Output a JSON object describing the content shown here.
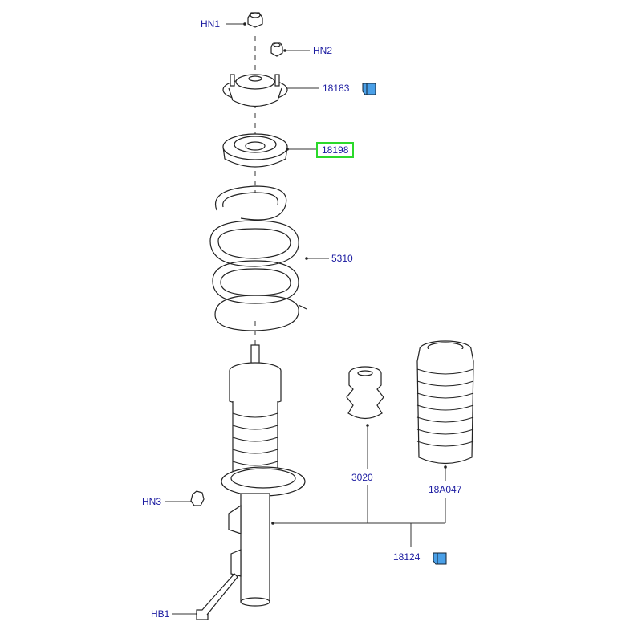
{
  "labels": {
    "hn1": "HN1",
    "hn2": "HN2",
    "p18183": "18183",
    "p18198": "18198",
    "p5310": "5310",
    "p3020": "3020",
    "p18A047": "18A047",
    "p18124": "18124",
    "hn3": "HN3",
    "hb1": "HB1"
  },
  "selected_part": "18198",
  "colors": {
    "label": "#1a1aa0",
    "selection": "#2bd92b",
    "info_icon": "#4aa0e8"
  },
  "icons": [
    "book-info-icon"
  ]
}
